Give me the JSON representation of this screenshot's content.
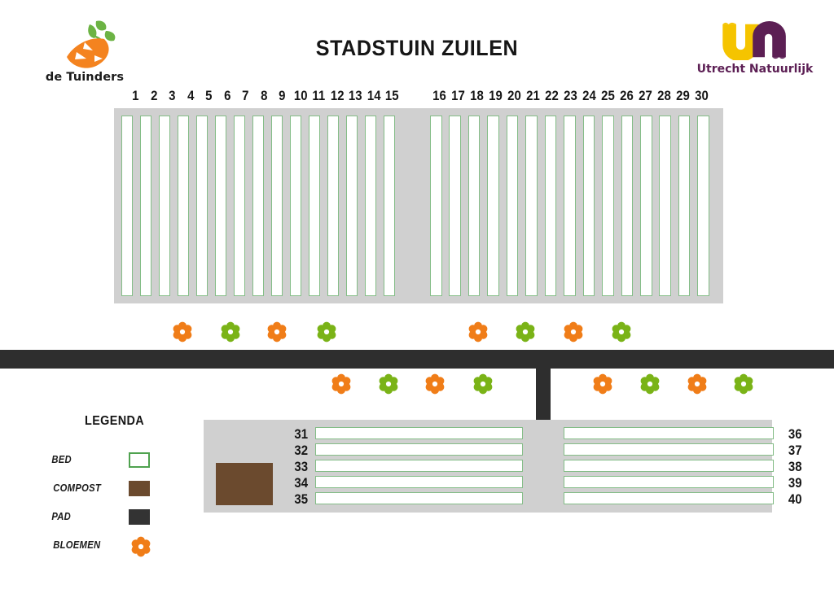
{
  "title": "STADSTUIN ZUILEN",
  "colors": {
    "bed_border": "#84bd87",
    "field_gray": "#d0d0d0",
    "path_black": "#2e2e2e",
    "compost_brown": "#6b4a2e",
    "flower_orange": "#f07d18",
    "flower_green": "#7ab317",
    "logo_yellow": "#f5c400",
    "logo_purple": "#5c1f54",
    "carrot_orange": "#f4831f",
    "carrot_leaf_green": "#6cb344"
  },
  "logos": {
    "tuinders": {
      "name": "de Tuinders",
      "icon": "carrot-icon"
    },
    "utrecht_natuurlijk": {
      "name": "Utrecht Natuurlijk",
      "icon": "un-monogram-icon"
    }
  },
  "plots": {
    "top_left_numbers": [
      "1",
      "2",
      "3",
      "4",
      "5",
      "6",
      "7",
      "8",
      "9",
      "10",
      "11",
      "12",
      "13",
      "14",
      "15"
    ],
    "top_right_numbers": [
      "16",
      "17",
      "18",
      "19",
      "20",
      "21",
      "22",
      "23",
      "24",
      "25",
      "26",
      "27",
      "28",
      "29",
      "30"
    ],
    "bottom_left_numbers": [
      "31",
      "32",
      "33",
      "34",
      "35"
    ],
    "bottom_right_numbers": [
      "36",
      "37",
      "38",
      "39",
      "40"
    ]
  },
  "flowers": {
    "row1": [
      "orange",
      "green",
      "orange",
      "green",
      "orange",
      "green",
      "orange",
      "green"
    ],
    "row2": [
      "orange",
      "green",
      "orange",
      "green",
      "orange",
      "green",
      "orange",
      "green"
    ]
  },
  "legend": {
    "title": "LEGENDA",
    "items": [
      {
        "label": "BED",
        "swatch": "bed-swatch"
      },
      {
        "label": "COMPOST",
        "swatch": "compost-swatch"
      },
      {
        "label": "PAD",
        "swatch": "path-swatch"
      },
      {
        "label": "BLOEMEN",
        "swatch": "flower-swatch"
      }
    ]
  }
}
